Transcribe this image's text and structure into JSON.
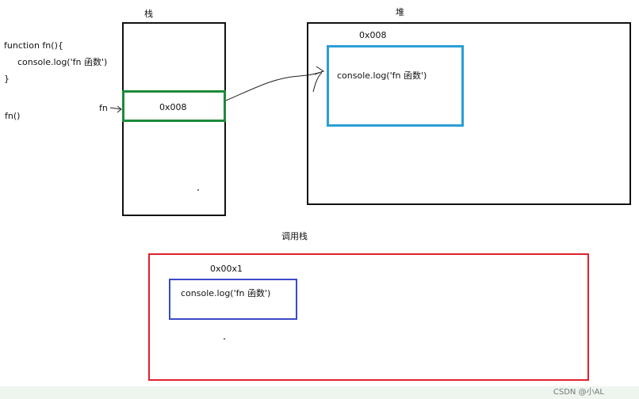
{
  "code": {
    "line1": "function fn(){",
    "line2": "console.log('fn 函数')",
    "line3": "}",
    "call": "fn()"
  },
  "stack": {
    "title": "栈",
    "var_label": "fn",
    "slot_value": "0x008"
  },
  "heap": {
    "title": "堆",
    "address": "0x008",
    "content": "console.log('fn 函数')"
  },
  "callstack": {
    "title": "调用栈",
    "address": "0x00x1",
    "content": "console.log('fn 函数')"
  },
  "watermark": "CSDN @小AL",
  "colors": {
    "stack_slot": "#1e8a3a",
    "heap_fn": "#2a9ed6",
    "callstack": "#e0212e",
    "call_frame": "#3a4ac8"
  }
}
